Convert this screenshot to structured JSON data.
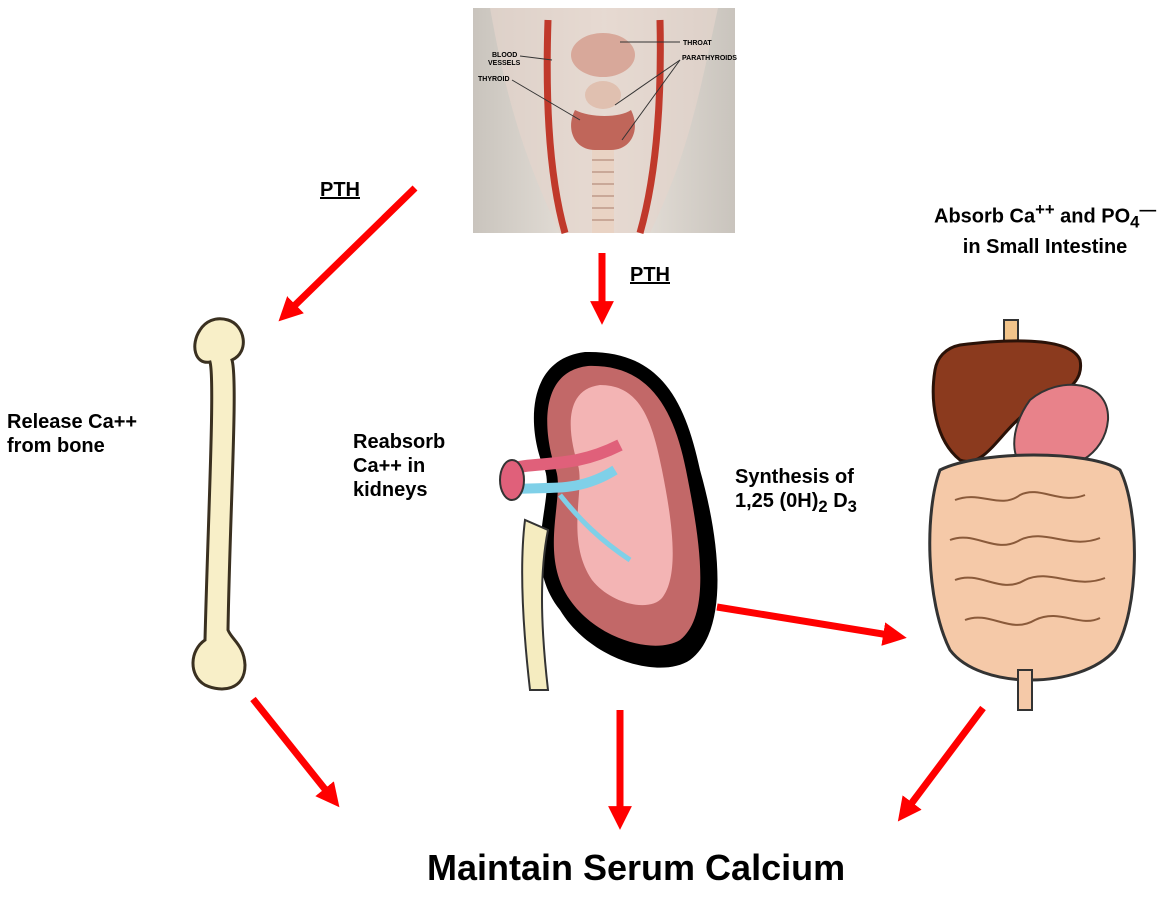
{
  "neck_image": {
    "labels": {
      "throat": "THROAT",
      "blood_vessels_line1": "BLOOD",
      "blood_vessels_line2": "VESSELS",
      "parathyroids": "PARATHYROIDS",
      "thyroid": "THYROID"
    }
  },
  "pth_left": "PTH",
  "pth_center": "PTH",
  "bone": {
    "line1": "Release Ca++",
    "line2": "from bone"
  },
  "kidney": {
    "line1": "Reabsorb",
    "line2": "Ca++ in",
    "line3": "kidneys"
  },
  "synthesis": {
    "line1": "Synthesis of",
    "line2_main": "1,25 (0H)",
    "line2_sub": "2",
    "line2_mid": " D",
    "line2_sub2": "3"
  },
  "intestine": {
    "line1_a": "Absorb Ca",
    "line1_sup": "++",
    "line1_b": " and PO",
    "line1_sub": "4",
    "line1_sup2": "—",
    "line2": "in Small Intestine"
  },
  "title": "Maintain Serum Calcium",
  "colors": {
    "arrow": "#ff0000",
    "liver": "#8b3a1e",
    "stomach": "#e8828a",
    "intestine": "#f5c9a8",
    "kidney": "#e8969a",
    "bone": "#f8efc8"
  }
}
